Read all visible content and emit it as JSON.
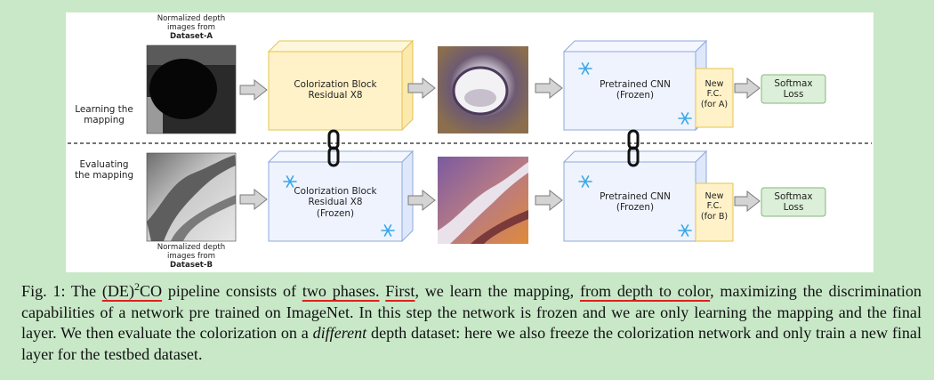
{
  "figure": {
    "top_src": {
      "line1": "Normalized depth",
      "line2": "images from",
      "name": "Dataset-A"
    },
    "bottom_src": {
      "line1": "Normalized depth",
      "line2": "images from",
      "name": "Dataset-B"
    },
    "phase1": {
      "line1": "Learning the",
      "line2": "mapping"
    },
    "phase2": {
      "line1": "Evaluating",
      "line2": "the mapping"
    },
    "colorization_top": {
      "line1": "Colorization Block",
      "line2": "Residual X8"
    },
    "colorization_bottom": {
      "line1": "Colorization Block",
      "line2": "Residual X8",
      "line3": "(Frozen)"
    },
    "cnn": {
      "line1": "Pretrained CNN",
      "line2": "(Frozen)"
    },
    "fc_top": {
      "line1": "New",
      "line2": "F.C.",
      "line3": "(for A)"
    },
    "fc_bottom": {
      "line1": "New",
      "line2": "F.C.",
      "line3": "(for B)"
    },
    "softmax": {
      "line1": "Softmax",
      "line2": "Loss"
    },
    "colors": {
      "yellow_fill": "#fff2c8",
      "yellow_stroke": "#e6c44a",
      "blue_fill": "#eef3fd",
      "blue_stroke": "#8fa9dc",
      "green_fill": "#dcefd8",
      "green_stroke": "#83b77b",
      "snowflake": "#3aa6e8"
    },
    "icons": {
      "link": "chain-link-icon",
      "frozen": "snowflake-icon"
    }
  },
  "caption": {
    "prefix": "Fig. 1: The ",
    "method_a": "(DE)",
    "method_sup": "2",
    "method_b": "CO",
    "t1": " pipeline consists of ",
    "two_phases": "two phases.",
    "t2": " ",
    "first": "First",
    "t3": ", we learn the mapping, ",
    "depth_to_color": "from depth to color",
    "t4": ", maximizing the discrimination capabilities of a network pre trained on ImageNet. In this step the network is frozen and we are only learning the mapping and the final layer. We then evaluate the colorization on a ",
    "different": "different",
    "t5": " depth dataset: here we also freeze the colorization network and only train a new final layer for the testbed dataset."
  }
}
